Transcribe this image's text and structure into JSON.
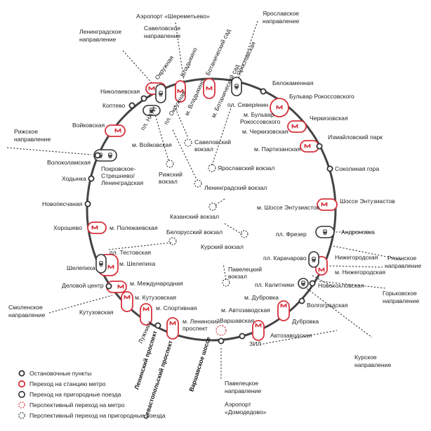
{
  "colors": {
    "ring": "#444444",
    "metro": "#d6333d",
    "station": "#ffffff",
    "dash": "#333333"
  },
  "directions": {
    "sheremetyevo": "Аэропорт «Шереметьево»",
    "savelovskoe_1": "Савеловское",
    "savelovskoe_2": "направление",
    "leningradskoe_1": "Ленинградское",
    "leningradskoe_2": "направление",
    "yaroslavskoe_1": "Ярославское",
    "yaroslavskoe_2": "направление",
    "rizhskoe_1": "Рижское",
    "rizhskoe_2": "направление",
    "ryazanskoe_1": "Рязанское",
    "ryazanskoe_2": "направление",
    "gorkovskoe_1": "Горьковское",
    "gorkovskoe_2": "направление",
    "smolenskoe_1": "Смоленское",
    "smolenskoe_2": "направление",
    "kurskoe_1": "Курское",
    "kurskoe_2": "направление",
    "paveletskoe_1": "Павелецкое",
    "paveletskoe_2": "направление",
    "domodedovo_1": "Аэропорт",
    "domodedovo_2": "«Домодедово»"
  },
  "stations": {
    "nikolaevskaya": "Николаевская",
    "koptevo": "Коптево",
    "voykovskaya": "Войковская",
    "m_voykovskaya": "м. Войковская",
    "volokolamskaya": "Волоколамская",
    "pokrovskoe_1": "Покровское-",
    "pokrovskoe_2": "Стрешнево/",
    "pokrovskoe_3": "Ленинградская",
    "khodynka": "Ходынка",
    "novopeschanaya": "Новопесчаная",
    "khoroshevo": "Хорошево",
    "m_polezhaevskaya": "м. Полежаевская",
    "pl_testovskaya": "пл. Тестовская",
    "shelepikha": "Шелепиха",
    "m_shelepikha": "м. Шелепиха",
    "delovoy": "Деловой центр",
    "m_mezhdunarodnaya": "м. Международная",
    "m_kutuzovskaya": "м. Кутузовская",
    "kutuzovskaya": "Кутузовская",
    "m_sportivnaya": "м. Спортивная",
    "luzhniki": "Лужники",
    "m_leninsky_1": "м. Ленинский",
    "m_leninsky_2": "проспект",
    "leninsky_road": "Ленинский проспект",
    "sevastopolsky_road": "Севастопольский проспект",
    "varshavskoe_road": "Варшавское шоссе",
    "m_avtozavodskaya": "м. Автозаводская",
    "varshavskaya": "Варшавская",
    "zil": "ЗИЛ",
    "avtozavodskaya": "Автозаводская",
    "dubrovka": "Дубровка",
    "m_dubrovka": "м. Дубровка",
    "pl_kalitniki": "пл. Калитники",
    "volgogradskaya": "Волгоградская",
    "novokhokhlovskaya": "Новохохловская",
    "pl_karacharovo": "пл. Карачарово",
    "nizhegorodskaya": "Нижегородская",
    "m_nizhegorodskaya": "м. Нижегородская",
    "pl_frezer": "пл. Фрезер",
    "andronovka": "Андроновка",
    "m_shosse_entuziastov": "м. Шоссе Энтузиастов",
    "shosse_entuziastov": "Шоссе Энтузиастов",
    "sokolinaya": "Соколиная гора",
    "izmaylovsky": "Измайловский парк",
    "m_partizanskaya": "м. Партизанская",
    "cherkizovskaya": "Черкизовская",
    "m_cherkizovskaya": "м. Черкизовская",
    "m_bulvar_1": "м. Бульвар",
    "m_bulvar_2": "Рокоссовского",
    "bulvar": "Бульвар Рокоссовского",
    "belokamennaya": "Белокаменная",
    "pl_severyanin": "пл. Северянин",
    "yaroslavskaya": "Ярославская",
    "botanichesky": "Ботанический сад",
    "m_botanichesky": "м. Ботанический сад",
    "vladykino": "Владыкино",
    "m_vladykino": "м. Владыкино",
    "okruzhnaya": "Окружная",
    "pl_okruzhnaya": "пл. Окружная",
    "pl_nati": "пл. НАТИ"
  },
  "terminals": {
    "savelovsky_1": "Савеловский",
    "savelovsky_2": "вокзал",
    "rizhsky_1": "Рижский",
    "rizhsky_2": "вокзал",
    "yaroslavsky": "Ярославский вокзал",
    "leningradsky": "Ленинградский вокзал",
    "kazansky": "Казанский вокзал",
    "belorussky": "Белорусский вокзал",
    "kursky": "Курский вокзал",
    "paveletsky_1": "Павелецкий",
    "paveletsky_2": "вокзал"
  },
  "legend": {
    "stops": "Остановочные пункты",
    "metro": "Переход на станцию метро",
    "rail": "Переход на пригородные поезда",
    "future_metro": "Перспективный переход на метро",
    "future_rail": "Перспективный переход на пригородные поезда"
  }
}
